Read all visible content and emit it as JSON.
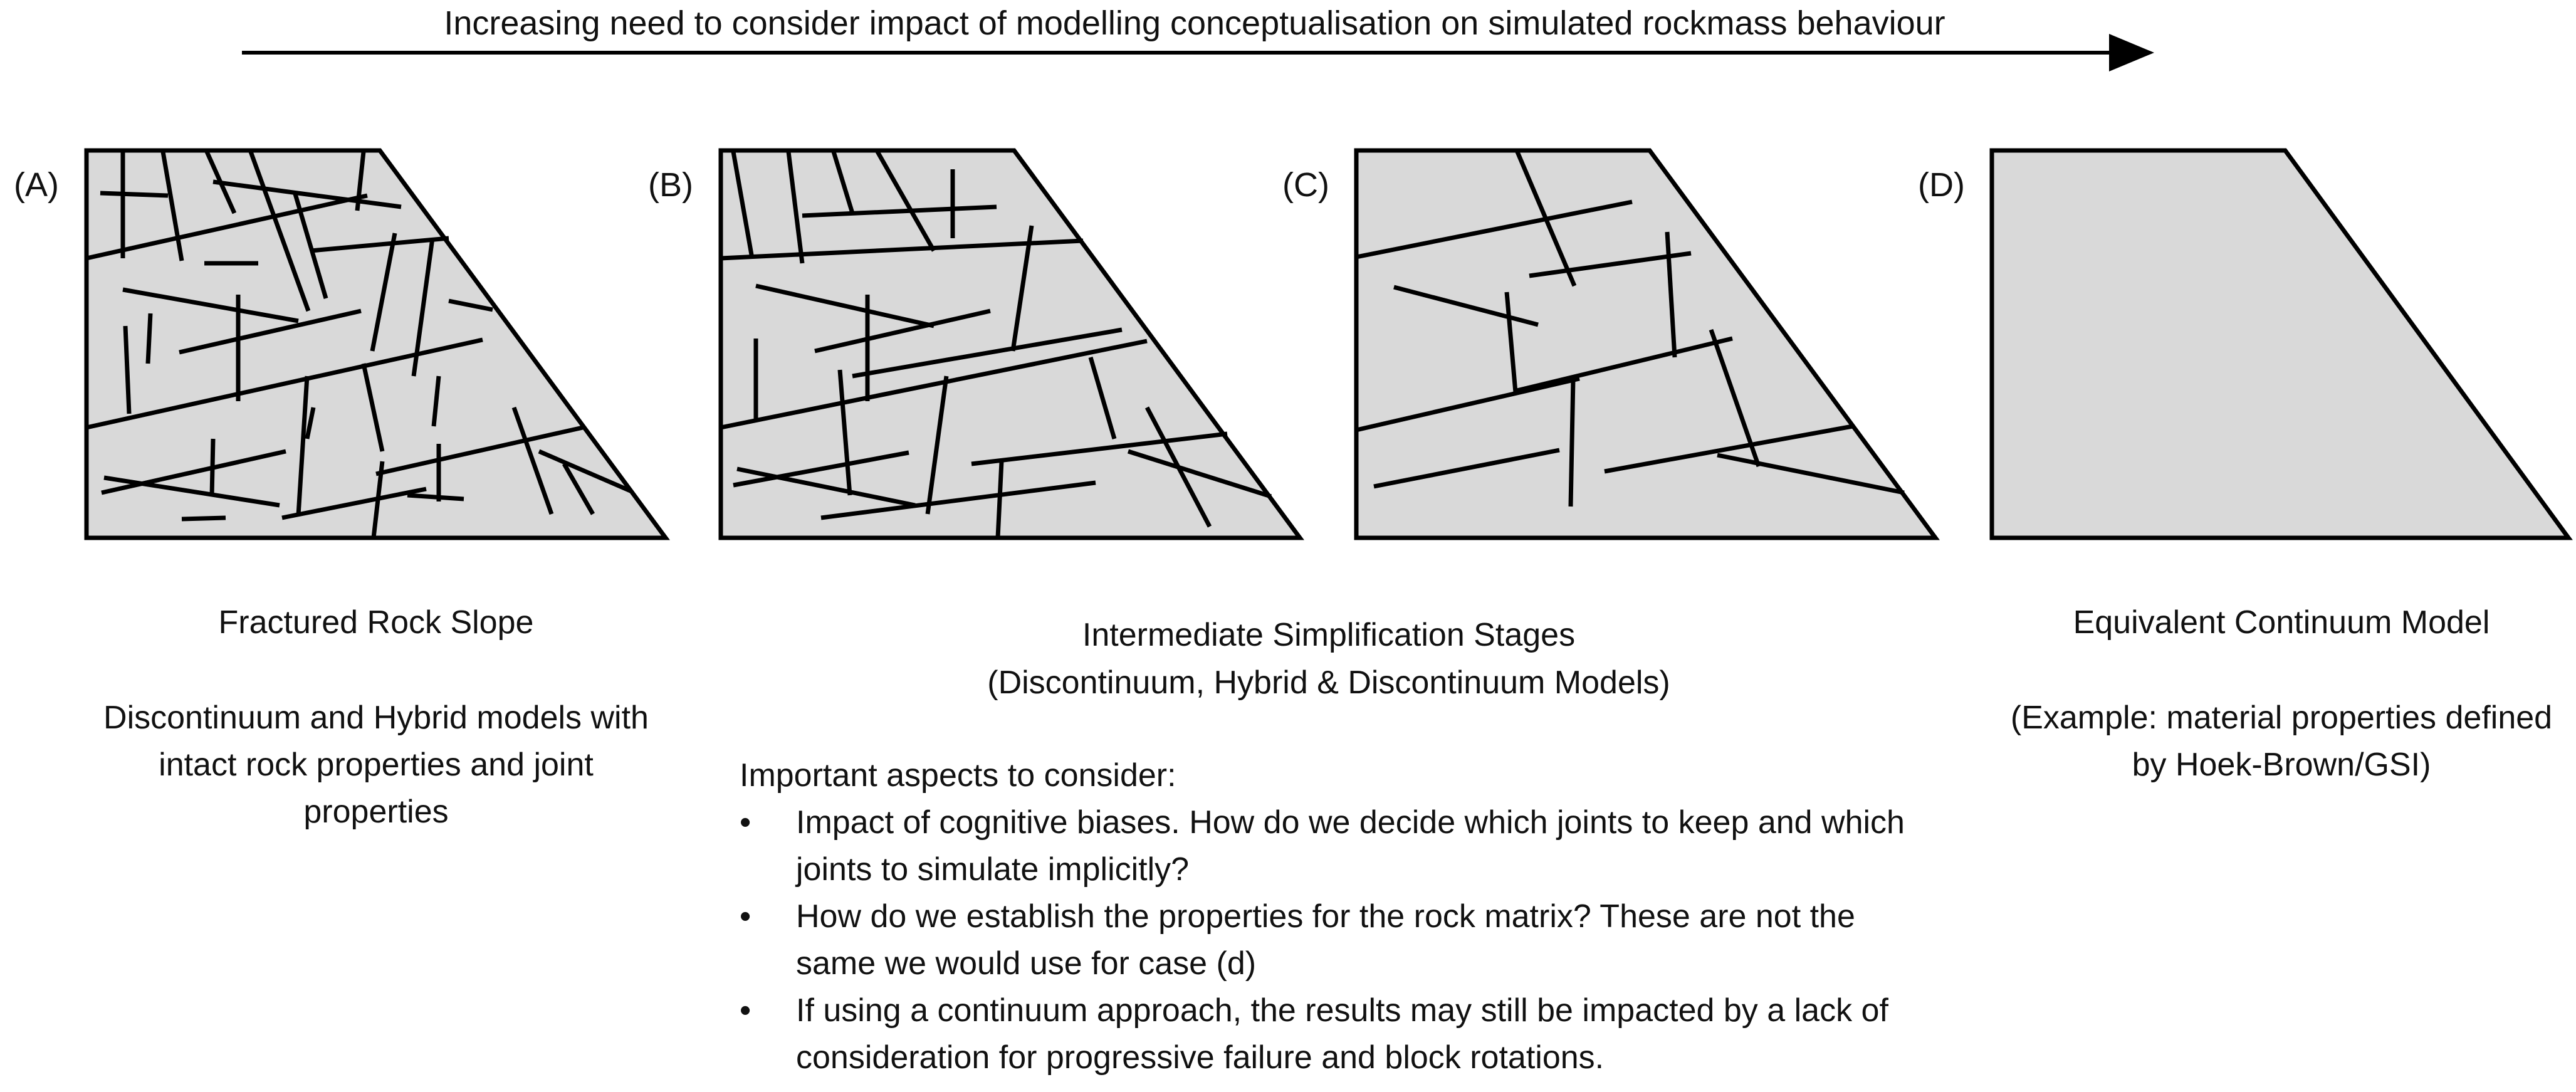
{
  "arrow": {
    "label": "Increasing need to consider impact of modelling conceptualisation on simulated rockmass behaviour"
  },
  "panels": [
    {
      "id": "A",
      "label": "(A)"
    },
    {
      "id": "B",
      "label": "(B)"
    },
    {
      "id": "C",
      "label": "(C)"
    },
    {
      "id": "D",
      "label": "(D)"
    }
  ],
  "captions": {
    "left": {
      "title": "Fractured Rock Slope",
      "description": "Discontinuum and Hybrid models with intact rock properties and joint properties"
    },
    "middle": {
      "title": "Intermediate Simplification Stages",
      "subtitle": "(Discontinuum, Hybrid & Discontinuum Models)"
    },
    "right": {
      "title": "Equivalent Continuum Model",
      "description": "(Example: material properties defined by Hoek-Brown/GSI)"
    }
  },
  "aspects": {
    "heading": "Important aspects to consider:",
    "bullet_glyph": "•",
    "items": [
      "Impact of cognitive biases. How do we decide which joints to keep and which joints to simulate implicitly?",
      "How do we establish the properties for the rock matrix? These are not the same we would use for case (d)",
      "If using a continuum approach, the results may still be impacted by a lack of consideration for progressive failure and block rotations."
    ]
  },
  "colors": {
    "rock_fill": "#d9d9d9",
    "outline": "#000000",
    "text": "#111111"
  }
}
